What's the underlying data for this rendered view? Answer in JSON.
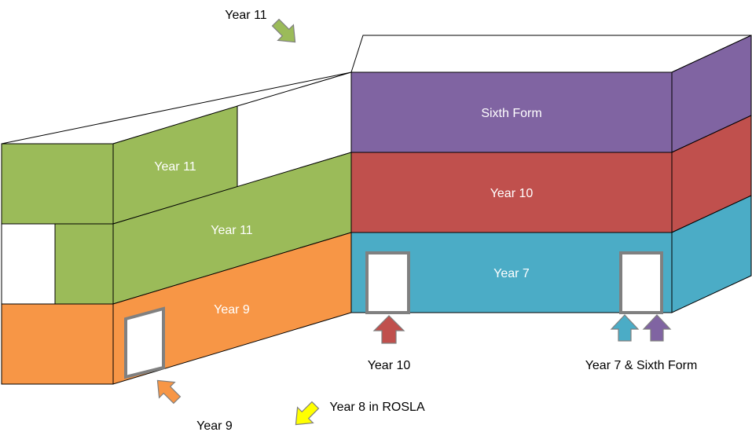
{
  "colors": {
    "sixth_form": "#8064a2",
    "year_10": "#c0504d",
    "year_7": "#4bacc6",
    "year_11": "#9bbb59",
    "year_9": "#f79646",
    "year_8_rosla": "#ffff00",
    "door_frame": "#808080"
  },
  "blocks": {
    "sixth_form": "Sixth Form",
    "year_10": "Year 10",
    "year_7": "Year 7",
    "year_11_upper": "Year 11",
    "year_11_lower": "Year 11",
    "year_9": "Year 9"
  },
  "entrances": {
    "year_11": "Year 11",
    "year_10": "Year 10",
    "year_7_sixth_form": "Year 7 & Sixth Form",
    "year_9": "Year 9",
    "year_8_rosla": "Year 8 in ROSLA"
  }
}
